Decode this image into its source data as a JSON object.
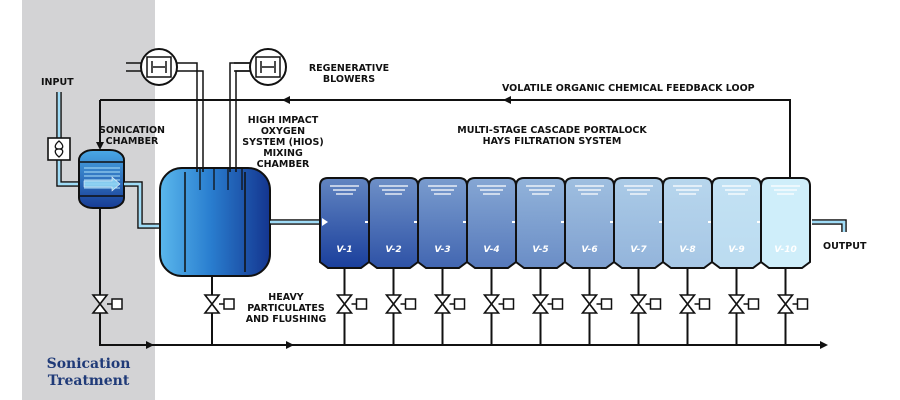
{
  "labels": {
    "input": "INPUT",
    "sonication_chamber": [
      "SONICATION",
      "CHAMBER"
    ],
    "hios": [
      "HIGH IMPACT",
      "OXYGEN",
      "SYSTEM (HIOS)",
      "MIXING",
      "CHAMBER"
    ],
    "blowers": [
      "REGENERATIVE",
      "BLOWERS"
    ],
    "feedback_loop": "VOLATILE ORGANIC CHEMICAL FEEDBACK LOOP",
    "filtration": [
      "MULTI-STAGE CASCADE PORTALOCK",
      "HAYS FILTRATION SYSTEM"
    ],
    "heavy": [
      "HEAVY",
      "PARTICULATES",
      "AND FLUSHING"
    ],
    "output": "OUTPUT",
    "side_title": [
      "Sonication",
      "Treatment"
    ]
  },
  "vessels": [
    "V-1",
    "V-2",
    "V-3",
    "V-4",
    "V-5",
    "V-6",
    "V-7",
    "V-8",
    "V-9",
    "V-10"
  ],
  "colors": {
    "side_panel": "#d3d3d5",
    "line": "#111111",
    "water_dark": "#1a3f9c",
    "water_light": "#cfeefa",
    "side_title": "#1f3a78"
  },
  "icons": [
    "blower-icon",
    "valve-icon",
    "fan-icon",
    "arrow-icon"
  ]
}
